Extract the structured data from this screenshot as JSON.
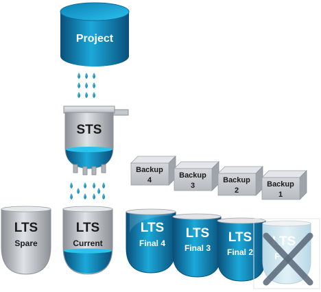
{
  "project": {
    "label": "Project"
  },
  "sts": {
    "label": "STS"
  },
  "lts_spare": {
    "title": "LTS",
    "subtitle": "Spare"
  },
  "lts_current": {
    "title": "LTS",
    "subtitle": "Current"
  },
  "lts_final": [
    {
      "title": "LTS",
      "subtitle": "Final 4"
    },
    {
      "title": "LTS",
      "subtitle": "Final 3"
    },
    {
      "title": "LTS",
      "subtitle": "Final 2"
    },
    {
      "title": "LTS",
      "subtitle": "F"
    }
  ],
  "backups": [
    {
      "label": "Backup",
      "number": "4"
    },
    {
      "label": "Backup",
      "number": "3"
    },
    {
      "label": "Backup",
      "number": "2"
    },
    {
      "label": "Backup",
      "number": "1"
    }
  ],
  "colors": {
    "cyan": "#1aa8d8",
    "dark_blue": "#0b5a86",
    "grey_body": "#b8bcc2",
    "crossed_out": "#5a6878"
  }
}
